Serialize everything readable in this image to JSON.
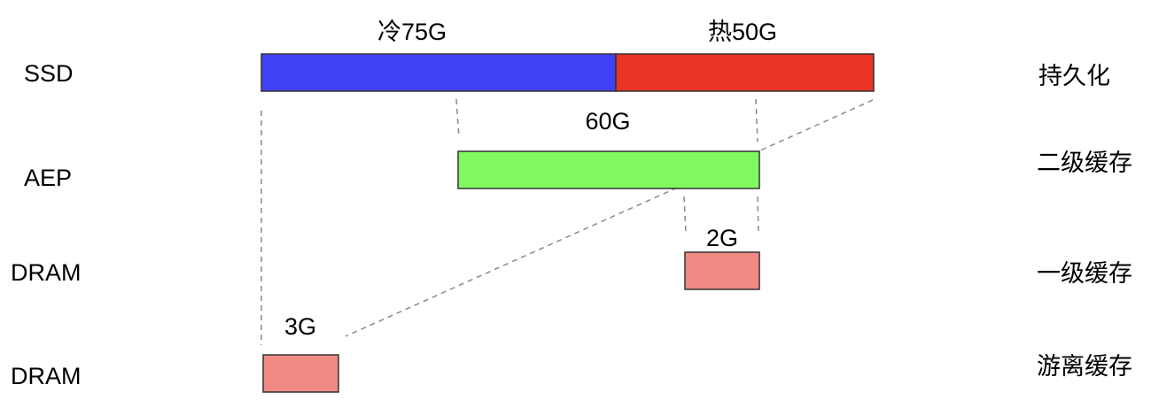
{
  "rows": [
    {
      "tier": "SSD",
      "role": "持久化"
    },
    {
      "tier": "AEP",
      "role": "二级缓存"
    },
    {
      "tier": "DRAM",
      "role": "一级缓存"
    },
    {
      "tier": "DRAM",
      "role": "游离缓存"
    }
  ],
  "bars": {
    "ssd_cold": {
      "label": "冷75G",
      "color": "#4141F6"
    },
    "ssd_hot": {
      "label": "热50G",
      "color": "#E93323"
    },
    "aep": {
      "label": "60G",
      "color": "#7FF95F"
    },
    "dram_l1": {
      "label": "2G",
      "color": "#F08A84"
    },
    "dram_free": {
      "label": "3G",
      "color": "#F08A84"
    }
  },
  "line_color": "#8a8a8a"
}
